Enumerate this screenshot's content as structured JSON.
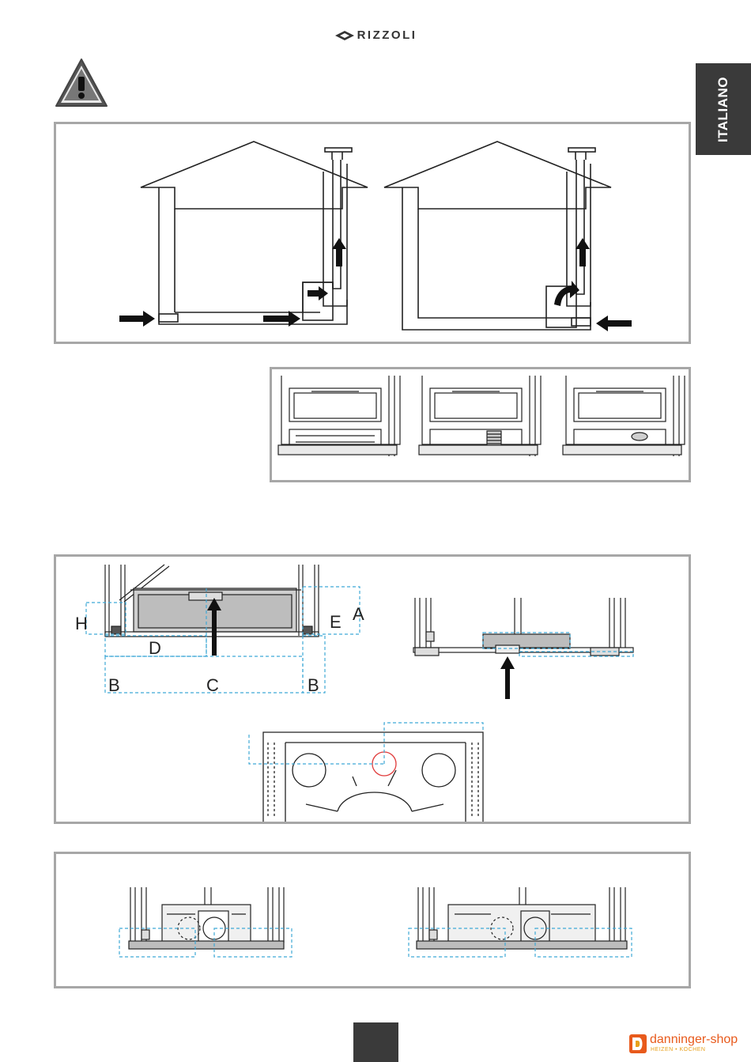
{
  "header": {
    "brand": "RIZZOLI",
    "language_tab": "ITALIANO"
  },
  "icons": {
    "warning": "warning-triangle-icon",
    "brand_logo": "rizzoli-logo-icon",
    "shop_logo": "danninger-logo-icon"
  },
  "figure_labels": {
    "h": "H",
    "d": "D",
    "e": "E",
    "a": "A",
    "b_left": "B",
    "c": "C",
    "b_right": "B"
  },
  "footer": {
    "shop_name": "danninger-shop",
    "shop_tagline": "HEIZEN • KOCHEN"
  },
  "colors": {
    "panel_border": "#a7a7a7",
    "dark_tab": "#3a3a3a",
    "dashed_guides": "#3fa9d6",
    "highlight_circle": "#e03a3a",
    "shop_orange": "#e85a1c"
  }
}
